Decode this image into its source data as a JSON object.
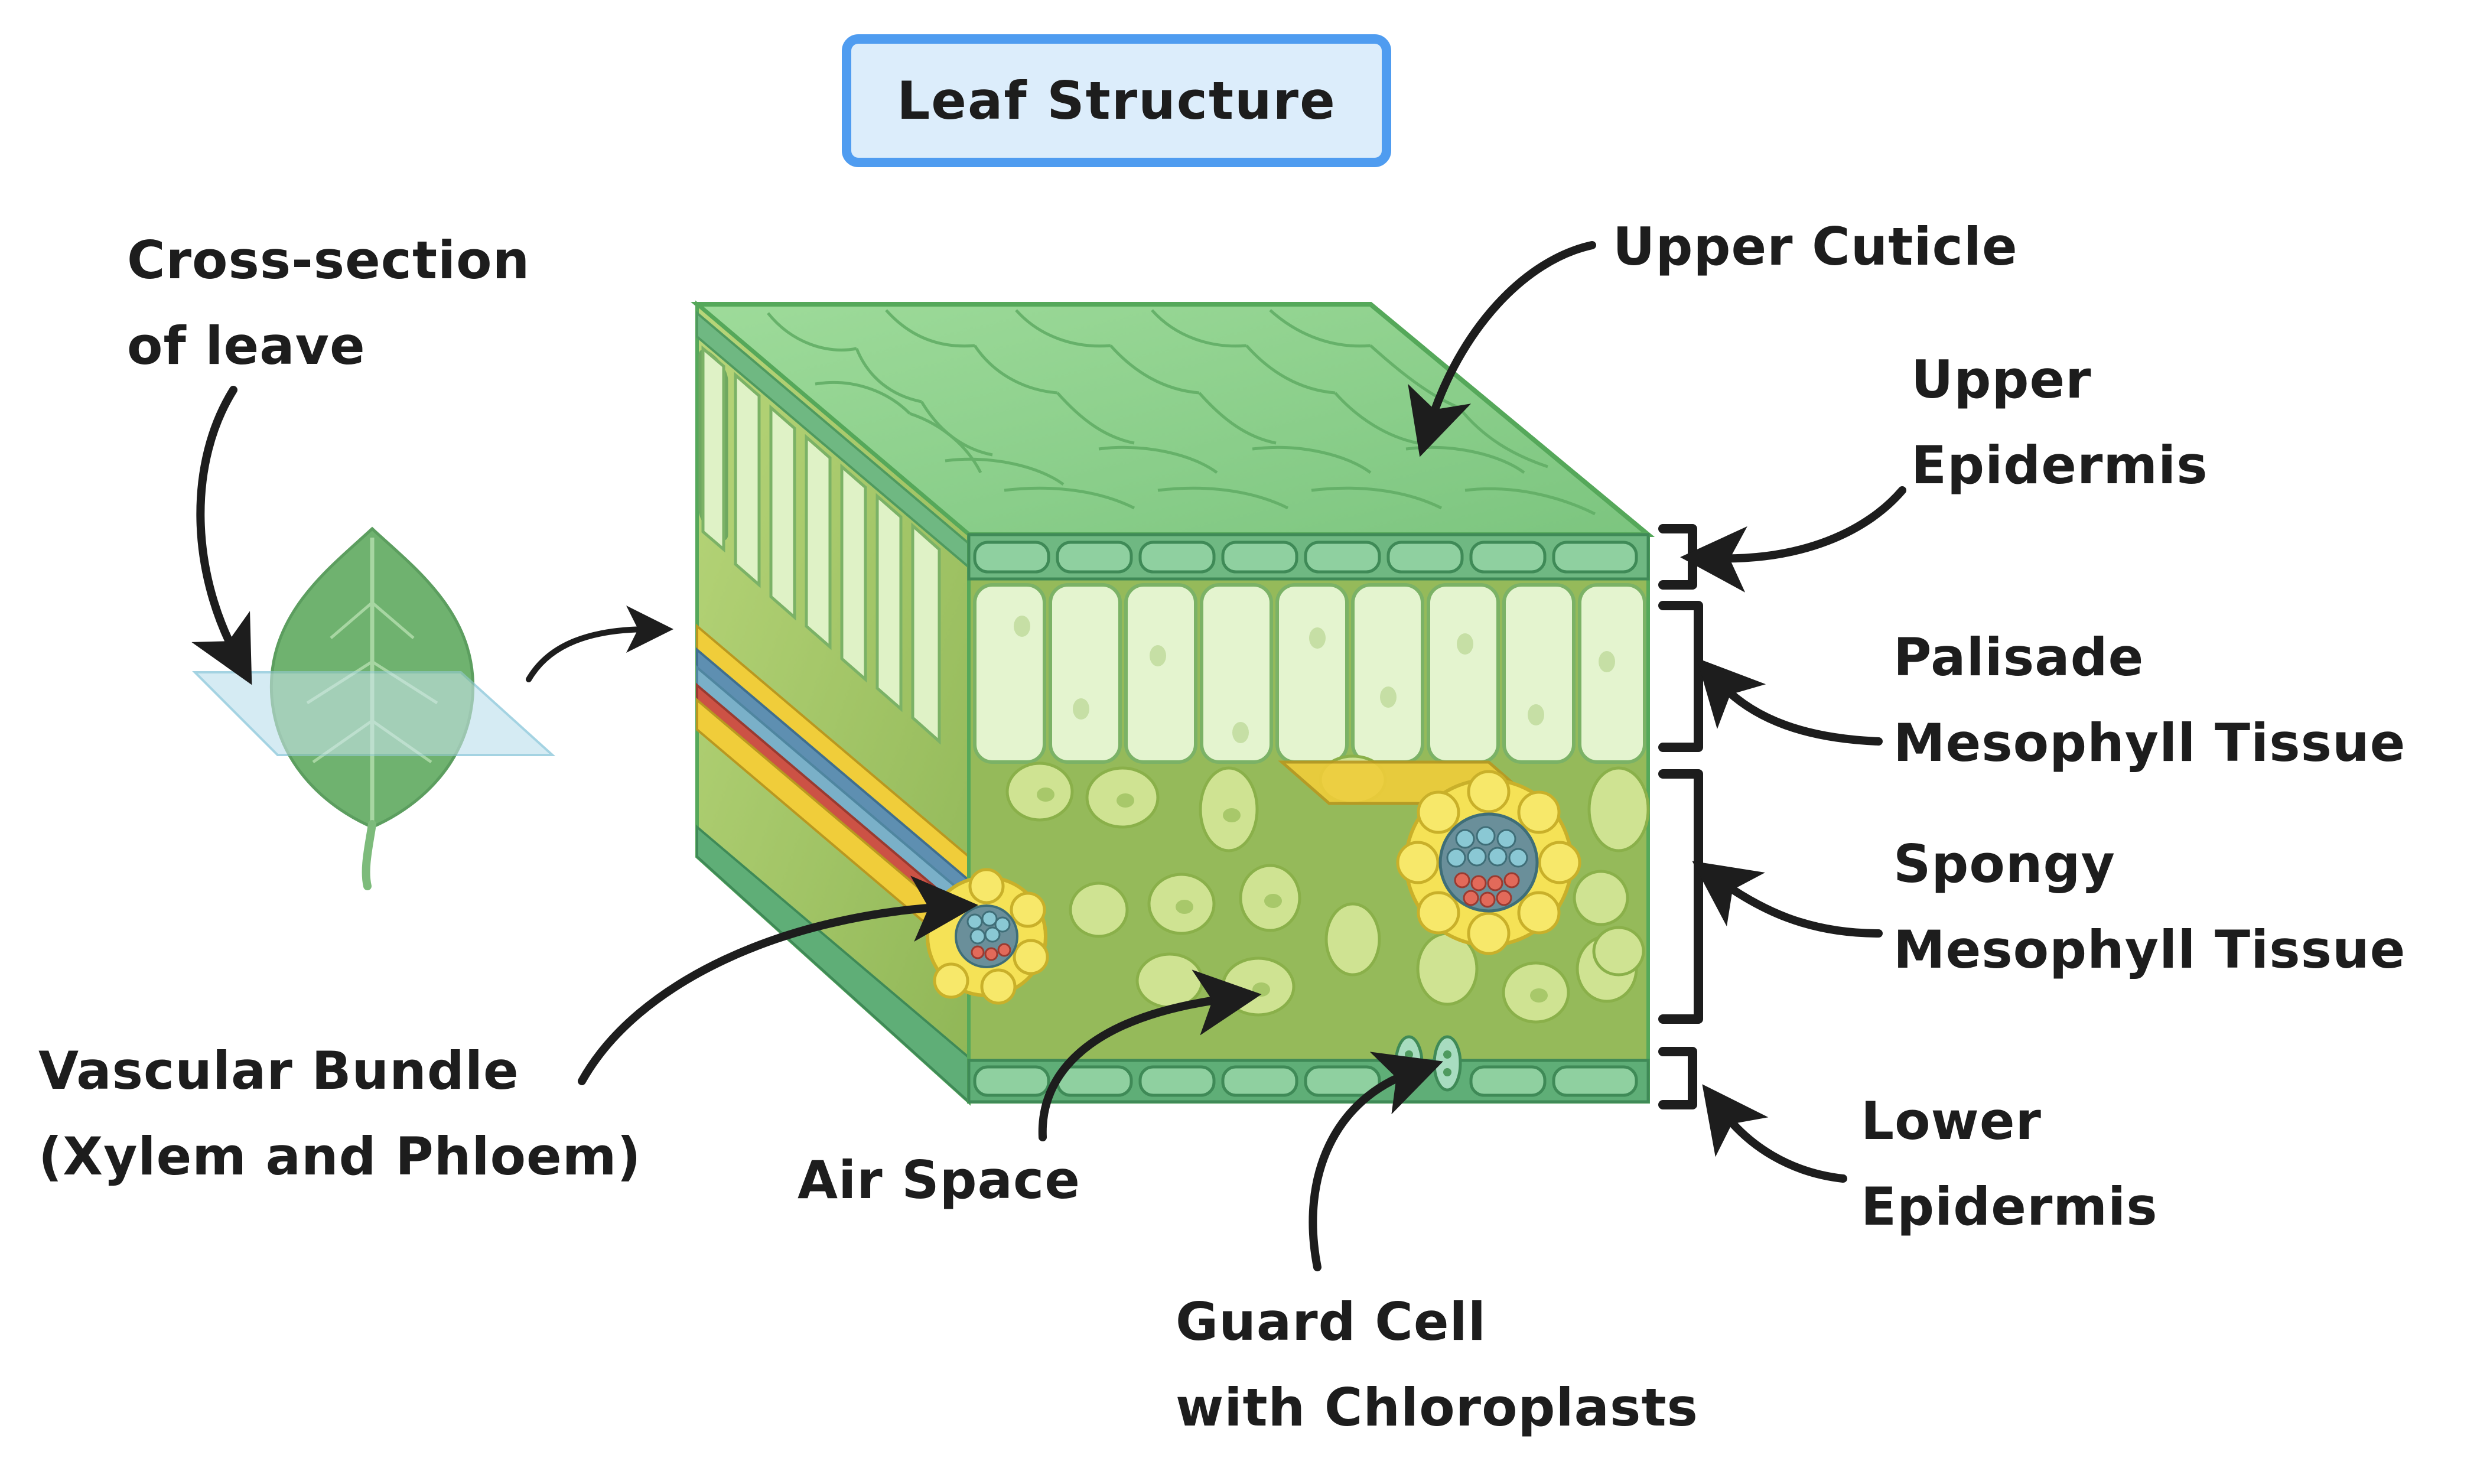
{
  "diagram": {
    "title": "Leaf Structure",
    "labels": {
      "cross_section": [
        "Cross-section",
        "of leave"
      ],
      "upper_cuticle": [
        "Upper Cuticle"
      ],
      "upper_epidermis": [
        "Upper",
        "Epidermis"
      ],
      "palisade": [
        "Palisade",
        "Mesophyll Tissue"
      ],
      "spongy": [
        "Spongy",
        "Mesophyll Tissue"
      ],
      "lower_epidermis": [
        "Lower",
        "Epidermis"
      ],
      "vascular_bundle": [
        "Vascular Bundle",
        "(Xylem and Phloem)"
      ],
      "air_space": [
        "Air Space"
      ],
      "guard_cell": [
        "Guard Cell",
        "with Chloroplasts"
      ]
    },
    "colors": {
      "title_border": "#4f9cf0",
      "title_fill": "#dcedfb",
      "cuticle_top": "#8fd08f",
      "cuticle_edge": "#55a85a",
      "epidermis": "#7fc88c",
      "palisade": "#e4f4cf",
      "spongy_bg": "#9fc063",
      "spongy_cell": "#cfe392",
      "bundle_sheath": "#f5e256",
      "xylem": "#8ac8d4",
      "phloem": "#e26a5a",
      "lower_epidermis": "#6fb882",
      "text": "#1d1d1d",
      "arrow": "#1d1d1d"
    }
  }
}
